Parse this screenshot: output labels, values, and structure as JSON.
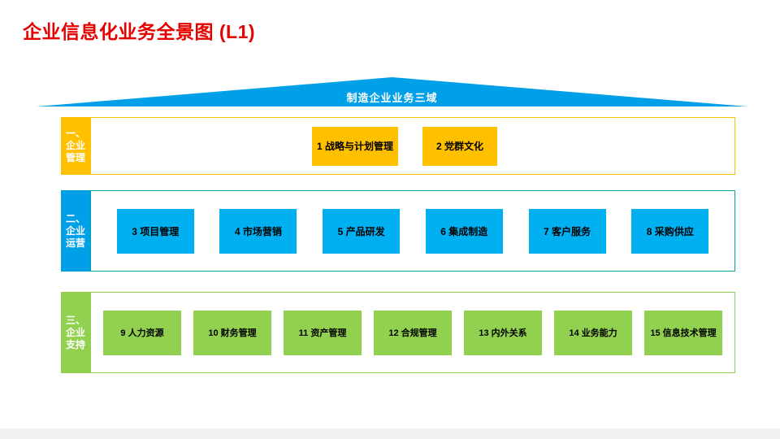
{
  "title": "企业信息化业务全景图 (L1)",
  "roof": {
    "label": "制造企业业务三域"
  },
  "colors": {
    "title_red": "#e60000",
    "roof_blue": "#00a0e9",
    "yellow": "#ffc000",
    "blue": "#00b0f0",
    "green": "#92d050",
    "teal_border": "#00a39a"
  },
  "bands": [
    {
      "label": "一、企业管理",
      "items": [
        "1 战略与计划管理",
        "2 党群文化"
      ]
    },
    {
      "label": "二、企业运营",
      "items": [
        "3 项目管理",
        "4 市场营销",
        "5 产品研发",
        "6 集成制造",
        "7 客户服务",
        "8 采购供应"
      ]
    },
    {
      "label": "三、企业支持",
      "items": [
        "9 人力资源",
        "10 财务管理",
        "11 资产管理",
        "12 合规管理",
        "13 内外关系",
        "14 业务能力",
        "15 信息技术管理"
      ]
    }
  ]
}
